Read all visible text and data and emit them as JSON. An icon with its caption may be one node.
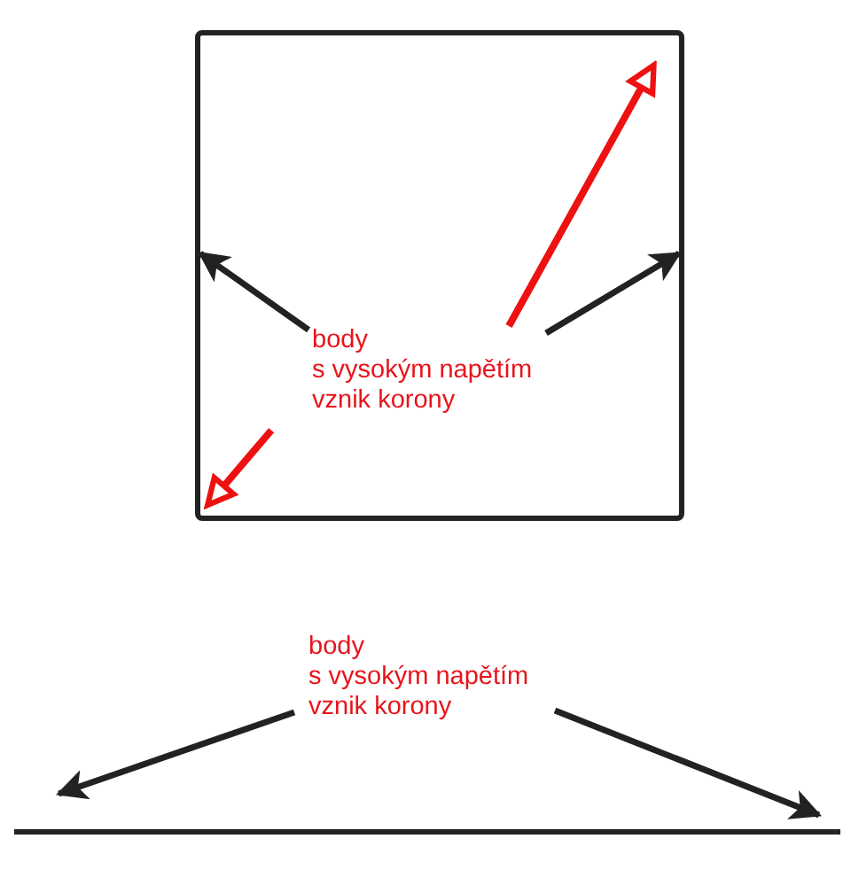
{
  "diagram": {
    "nodes": [
      {
        "text": [],
        "shape": "box"
      },
      {
        "text": [
          "body",
          "s vysokým napětím",
          "vznik korony"
        ],
        "in": 0
      },
      {
        "text": [
          "body",
          "s vysokým napětím",
          "vznik korony"
        ]
      },
      {
        "text": [],
        "shape": "bar"
      }
    ],
    "edges": [
      {
        "from": 1,
        "to": 0,
        "arrow": "to"
      },
      {
        "from": 1,
        "to": 0,
        "arrow": "to"
      },
      {
        "from": 1,
        "to": 0,
        "arrow": "to",
        "color": "#ee1111"
      },
      {
        "from": 1,
        "to": 0,
        "arrow": "to",
        "color": "#ee1111"
      },
      {
        "from": 2,
        "to": 3,
        "arrow": "to"
      },
      {
        "from": 2,
        "to": 3,
        "arrow": "to"
      }
    ]
  }
}
